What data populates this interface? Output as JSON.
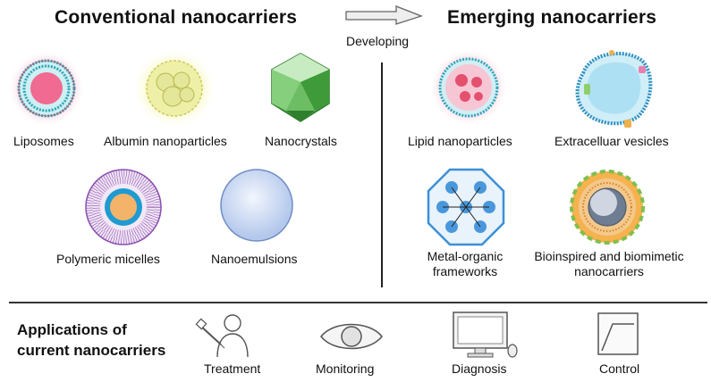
{
  "header": {
    "left_title": "Conventional  nanocarriers",
    "right_title": "Emerging  nanocarriers",
    "arrow_label": "Developing"
  },
  "conventional": {
    "liposomes": "Liposomes",
    "albumin": "Albumin nanoparticles",
    "nanocrystals": "Nanocrystals",
    "micelles": "Polymeric micelles",
    "nanoemulsions": "Nanoemulsions"
  },
  "emerging": {
    "lipid": "Lipid nanoparticles",
    "vesicles": "Extracelluar vesicles",
    "mof_line1": "Metal-organic",
    "mof_line2": "frameworks",
    "bio_line1": "Bioinspired and biomimetic",
    "bio_line2": "nanocarriers"
  },
  "applications": {
    "title_line1": "Applications of",
    "title_line2": "current nanocarriers",
    "items": [
      "Treatment",
      "Monitoring",
      "Diagnosis",
      "Control"
    ]
  },
  "colors": {
    "liposome_glow": "#f08aa8",
    "albumin_glow": "#f2f08a",
    "crystal_green": "#4fae4a",
    "micelle_purple": "#8a4fb0",
    "emulsion_blue": "#b9cdf0",
    "vesicle_cyan": "#9fd8ee",
    "mof_blue": "#3d8fd6",
    "bio_orange": "#f0a043"
  }
}
